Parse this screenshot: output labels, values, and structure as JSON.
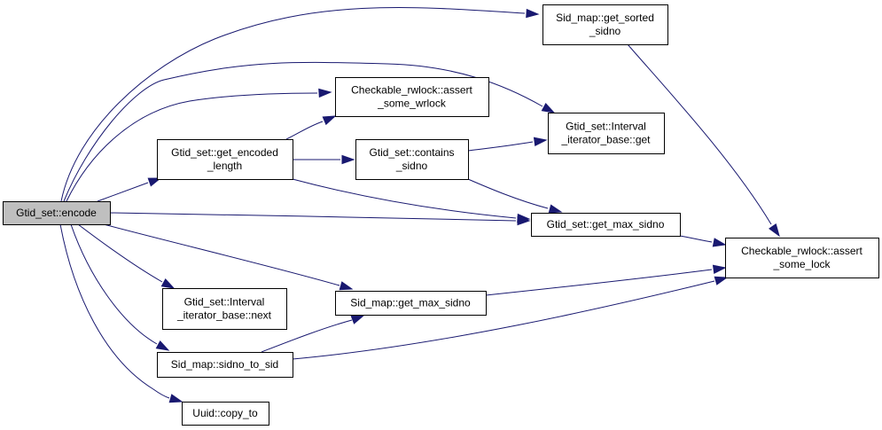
{
  "diagram": {
    "type": "call-graph",
    "colors": {
      "edge": "#191970",
      "root_fill": "#bfbfbf",
      "node_fill": "#ffffff",
      "border": "#000000"
    },
    "nodes": {
      "encode": {
        "lines": [
          "Gtid_set::encode"
        ],
        "root": true
      },
      "get_sorted_sidno": {
        "lines": [
          "Sid_map::get_sorted",
          "_sidno"
        ]
      },
      "assert_some_wrlock": {
        "lines": [
          "Checkable_rwlock::assert",
          "_some_wrlock"
        ]
      },
      "interval_get": {
        "lines": [
          "Gtid_set::Interval",
          "_iterator_base::get"
        ]
      },
      "get_encoded_length": {
        "lines": [
          "Gtid_set::get_encoded",
          "_length"
        ]
      },
      "contains_sidno": {
        "lines": [
          "Gtid_set::contains",
          "_sidno"
        ]
      },
      "gtid_get_max_sidno": {
        "lines": [
          "Gtid_set::get_max_sidno"
        ]
      },
      "assert_some_lock": {
        "lines": [
          "Checkable_rwlock::assert",
          "_some_lock"
        ]
      },
      "interval_next": {
        "lines": [
          "Gtid_set::Interval",
          "_iterator_base::next"
        ]
      },
      "sidmap_get_max_sidno": {
        "lines": [
          "Sid_map::get_max_sidno"
        ]
      },
      "sidno_to_sid": {
        "lines": [
          "Sid_map::sidno_to_sid"
        ]
      },
      "copy_to": {
        "lines": [
          "Uuid::copy_to"
        ]
      }
    },
    "edges": [
      {
        "from": "encode",
        "to": "get_sorted_sidno"
      },
      {
        "from": "encode",
        "to": "interval_get"
      },
      {
        "from": "encode",
        "to": "assert_some_wrlock"
      },
      {
        "from": "encode",
        "to": "get_encoded_length"
      },
      {
        "from": "encode",
        "to": "gtid_get_max_sidno"
      },
      {
        "from": "encode",
        "to": "sidmap_get_max_sidno"
      },
      {
        "from": "encode",
        "to": "interval_next"
      },
      {
        "from": "encode",
        "to": "sidno_to_sid"
      },
      {
        "from": "encode",
        "to": "copy_to"
      },
      {
        "from": "get_encoded_length",
        "to": "assert_some_wrlock"
      },
      {
        "from": "get_encoded_length",
        "to": "contains_sidno"
      },
      {
        "from": "get_encoded_length",
        "to": "gtid_get_max_sidno"
      },
      {
        "from": "contains_sidno",
        "to": "interval_get"
      },
      {
        "from": "contains_sidno",
        "to": "gtid_get_max_sidno"
      },
      {
        "from": "get_sorted_sidno",
        "to": "assert_some_lock"
      },
      {
        "from": "gtid_get_max_sidno",
        "to": "assert_some_lock"
      },
      {
        "from": "sidmap_get_max_sidno",
        "to": "assert_some_lock"
      },
      {
        "from": "sidno_to_sid",
        "to": "assert_some_lock"
      },
      {
        "from": "sidno_to_sid",
        "to": "sidmap_get_max_sidno"
      }
    ]
  }
}
